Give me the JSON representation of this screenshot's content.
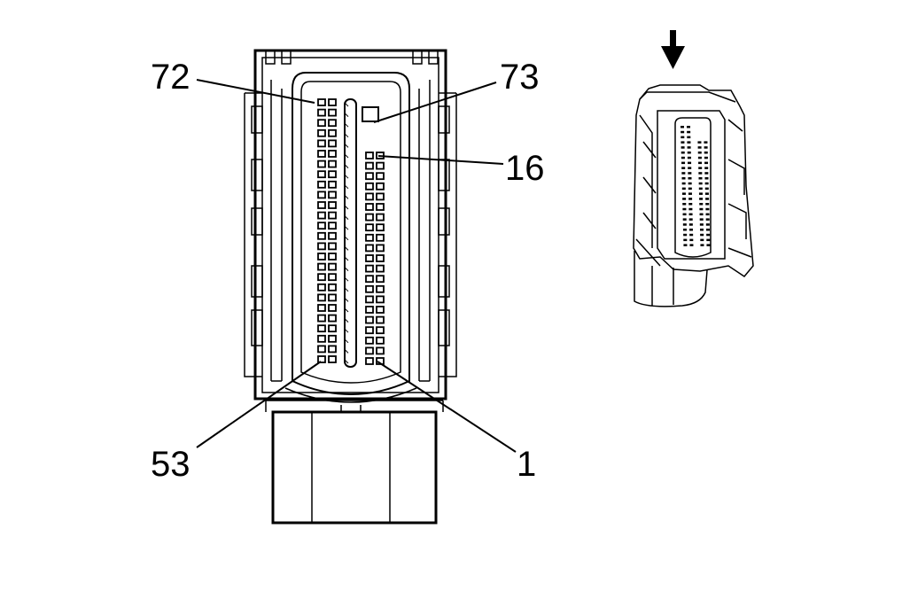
{
  "pin_labels": {
    "top_left": "72",
    "top_right": "73",
    "middle_right": "16",
    "bottom_left": "53",
    "bottom_right": "1"
  },
  "icons": {
    "view_arrow": "arrow-down-icon",
    "connector_face": "connector-face-view",
    "connector_3d": "connector-3d-view"
  },
  "colors": {
    "line": "#000000",
    "background": "#ffffff"
  }
}
